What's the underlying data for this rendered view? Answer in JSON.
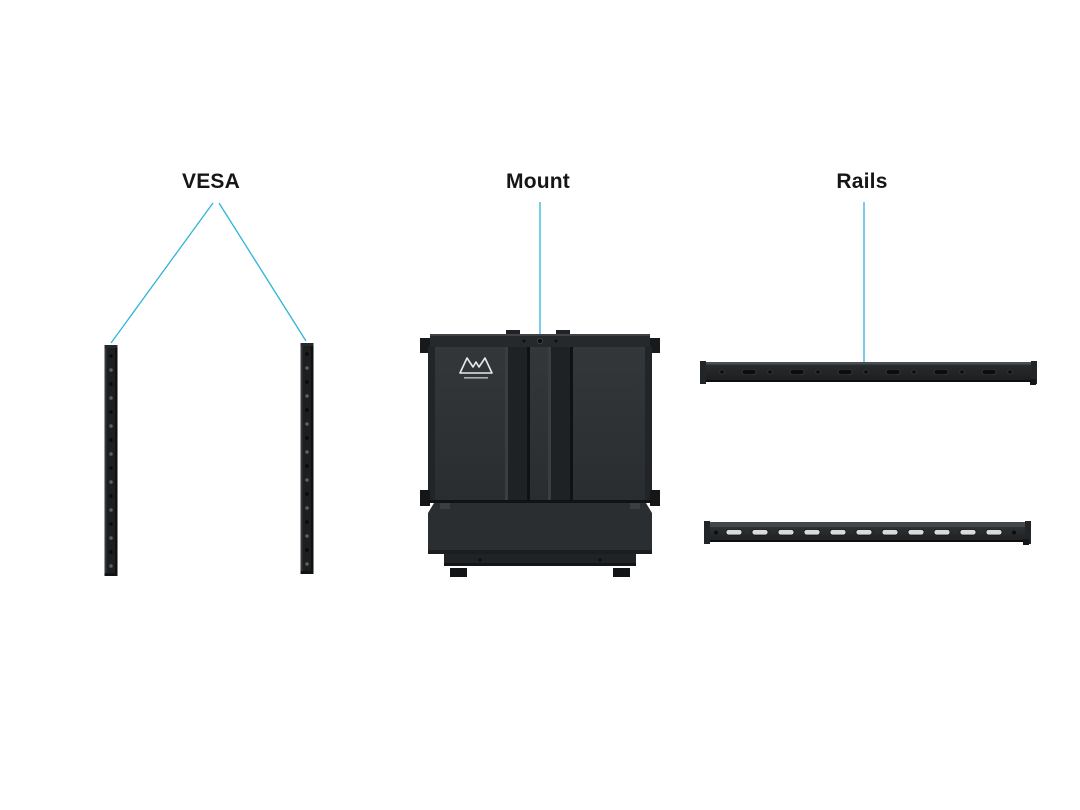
{
  "colors": {
    "accent": "#2fb4d8",
    "background": "#ffffff",
    "hardware_dark": "#1f2224",
    "label_text": "#161616"
  },
  "labels": {
    "vesa": "VESA",
    "mount": "Mount",
    "rails": "Rails"
  },
  "icons": {
    "brand_logo": "multibrackets-m-logo"
  },
  "parts": {
    "vesa": {
      "label": "VESA",
      "pieces": 2,
      "orientation": "vertical"
    },
    "mount": {
      "label": "Mount",
      "pieces": 1
    },
    "rails": {
      "label": "Rails",
      "pieces": 2,
      "orientation": "horizontal"
    }
  }
}
